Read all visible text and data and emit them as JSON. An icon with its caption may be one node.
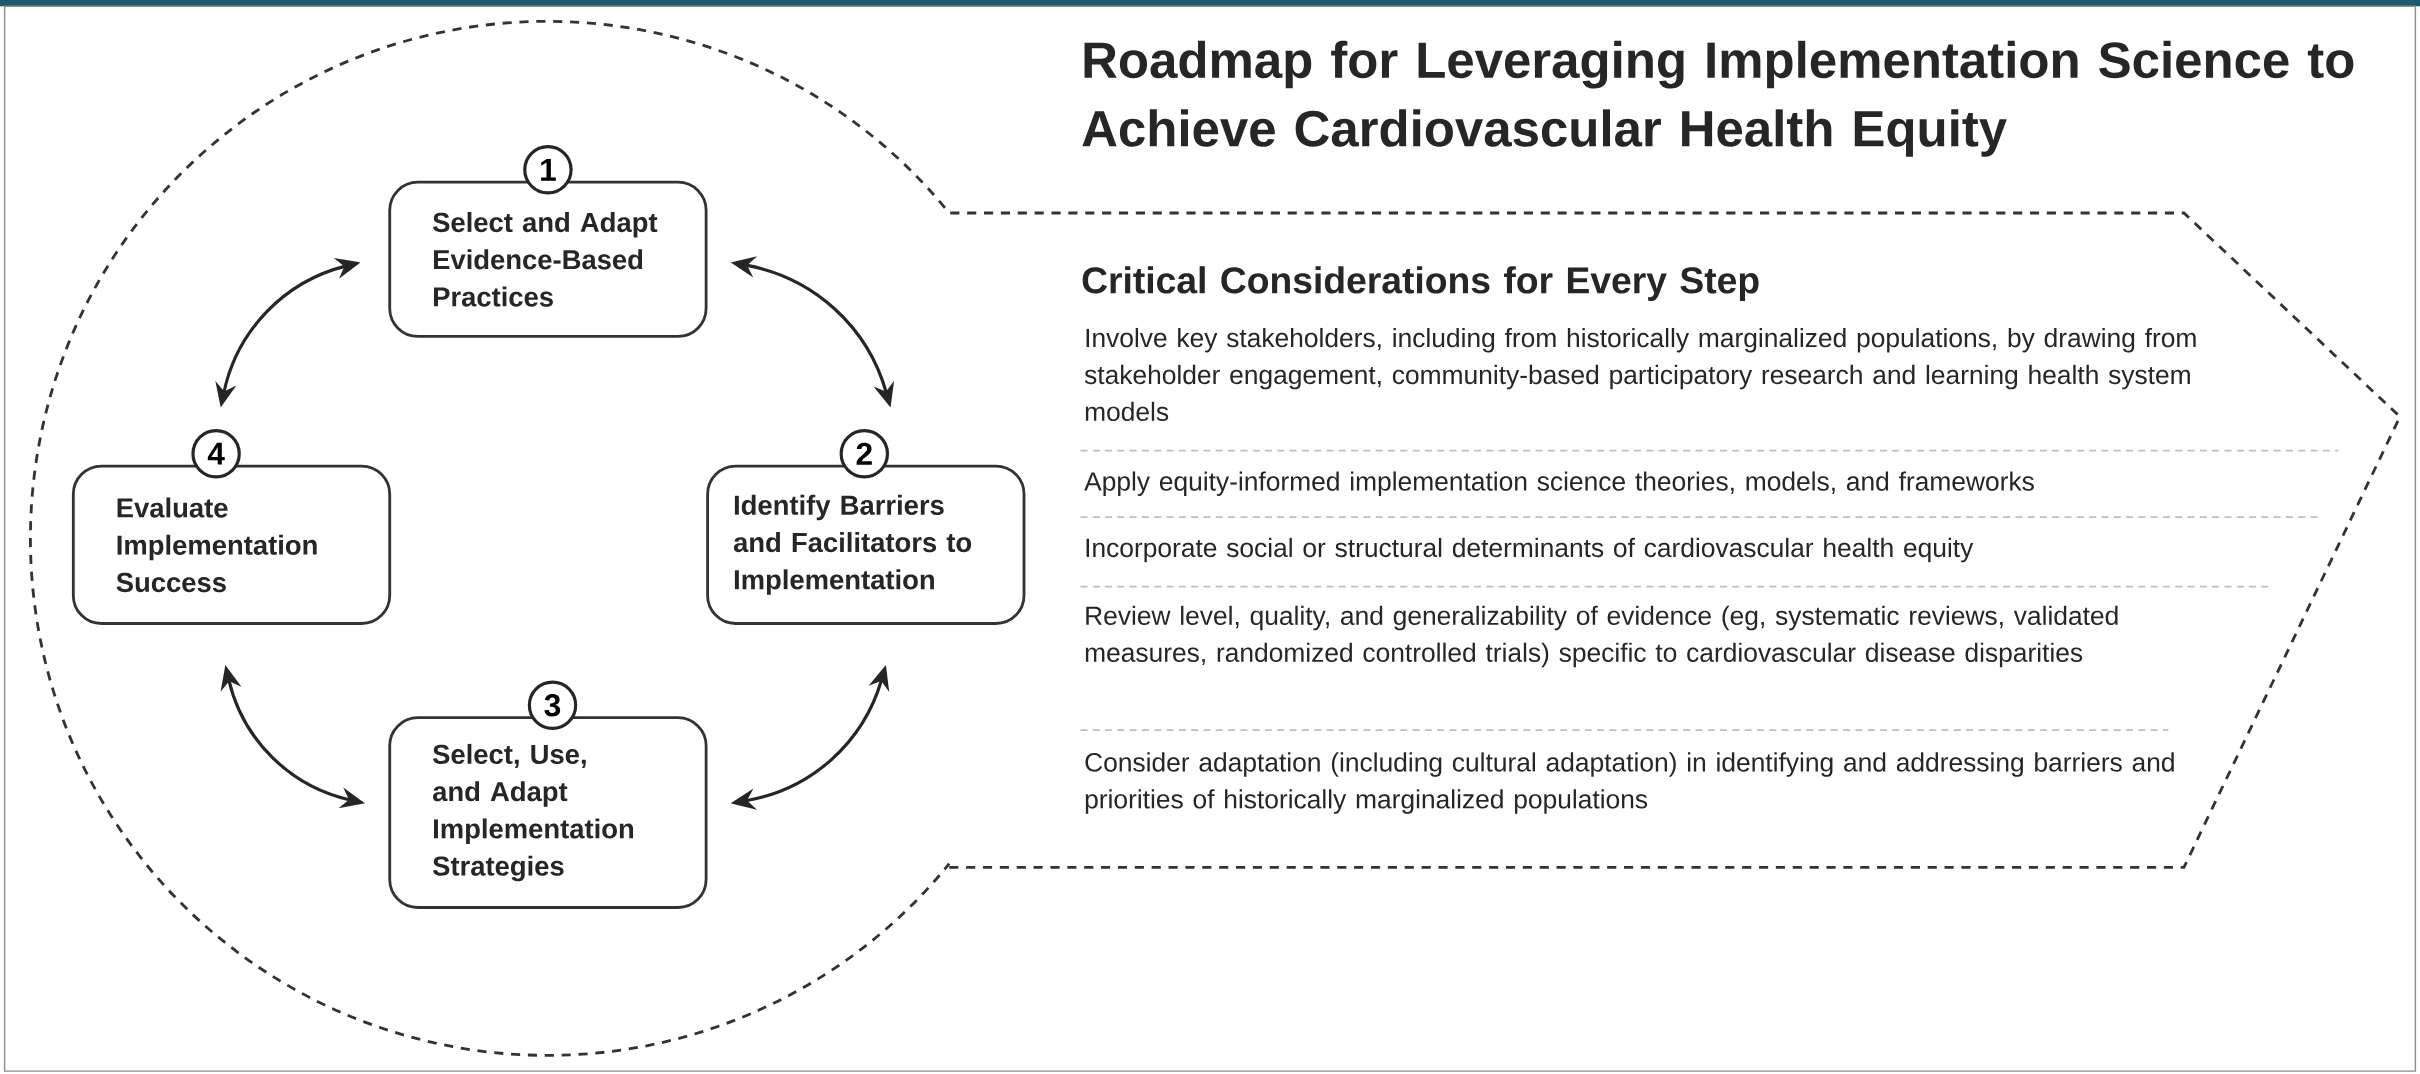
{
  "diagram": {
    "title": "Roadmap for Leveraging Implementation Science to Achieve Cardiovascular Health Equity",
    "nodes": [
      {
        "text": [
          "Critical Considerations for Every Step",
          "Involve key stakeholders, including from historically marginalized populations, by drawing from stakeholder engagement, community-based participatory research and learning health system models",
          "Apply equity-informed implementation science theories, models, and frameworks",
          "Incorporate social or structural determinants of cardiovascular health equity",
          "Review level, quality, and generalizability of evidence (eg, systematic reviews, validated measures, randomized controlled trials) specific to cardiovascular disease disparities",
          "Consider adaptation (including cultural adaptation) in identifying and addressing barriers and priorities of historically marginalized populations"
        ]
      },
      {
        "text": [
          "1",
          "Select and Adapt Evidence-Based Practices"
        ],
        "in": 0
      },
      {
        "text": [
          "2",
          "Identify Barriers and Facilitators to Implementation"
        ],
        "in": 0
      },
      {
        "text": [
          "3",
          "Select, Use, and Adapt Implementation Strategies"
        ],
        "in": 0
      },
      {
        "text": [
          "4",
          "Evaluate Implementation Success"
        ],
        "in": 0
      }
    ],
    "edges": [
      {
        "from": 1,
        "to": 2,
        "arrow": "both"
      },
      {
        "from": 2,
        "to": 3,
        "arrow": "both"
      },
      {
        "from": 3,
        "to": 4,
        "arrow": "both"
      },
      {
        "from": 4,
        "to": 1,
        "arrow": "both"
      }
    ]
  }
}
